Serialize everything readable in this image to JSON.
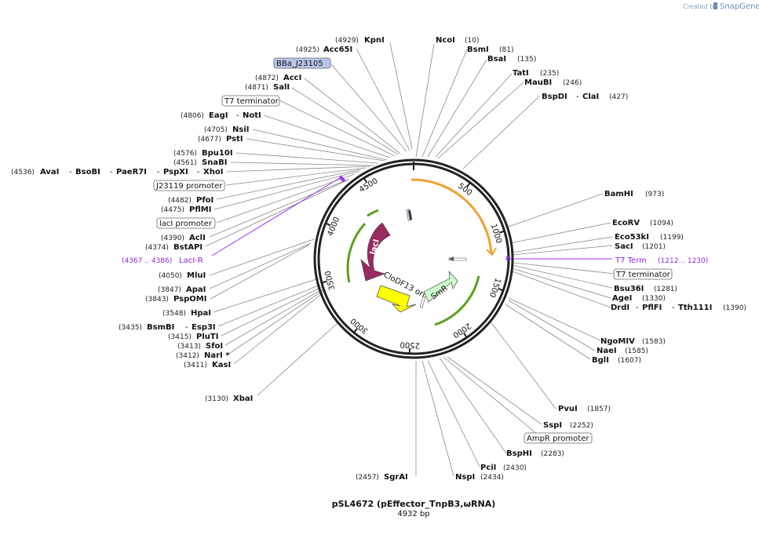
{
  "credit": {
    "prefix": "Created by",
    "brand": "SnapGene"
  },
  "plasmid": {
    "name": "pSL4672 (pEffector_TnpB3,ωRNA)",
    "length_label": "4932 bp",
    "total_bp": 4932
  },
  "ticks": [
    "500",
    "1000",
    "1500",
    "2000",
    "2500",
    "3000",
    "3500",
    "4000",
    "4500"
  ],
  "features": [
    {
      "name": "lacI",
      "color": "#9b2a5e"
    },
    {
      "name": "CloDF13 ori",
      "color": "#ffff00"
    },
    {
      "name": "SmR",
      "color": "#ccffcc"
    },
    {
      "name": "T7 Term",
      "color": "#8a2be2"
    },
    {
      "name": "LacI-R",
      "color": "#8a2be2"
    }
  ],
  "labels": {
    "kpni": {
      "name": "KpnI",
      "pos": "(4929)"
    },
    "acc65i": {
      "name": "Acc65I",
      "pos": "(4925)"
    },
    "bba": {
      "name": "BBa_J23105"
    },
    "acci": {
      "name": "AccI",
      "pos": "(4872)"
    },
    "sali": {
      "name": "SalI",
      "pos": "(4871)"
    },
    "t7term_box1": {
      "name": "T7 terminator"
    },
    "eagi": {
      "name": "EagI",
      "sep": "-",
      "name2": "NotI",
      "pos": "(4806)"
    },
    "nsii": {
      "name": "NsiI",
      "pos": "(4705)"
    },
    "psti": {
      "name": "PstI",
      "pos": "(4677)"
    },
    "bpu10i": {
      "name": "Bpu10I",
      "pos": "(4576)"
    },
    "snabi": {
      "name": "SnaBI",
      "pos": "(4561)"
    },
    "avai": {
      "pos": "(4536)",
      "n1": "AvaI",
      "n2": "BsoBI",
      "n3": "PaeR7I",
      "n4": "PspXI",
      "n5": "XhoI",
      "sep": "-"
    },
    "j23119": {
      "name": "J23119 promoter"
    },
    "pfoi": {
      "name": "PfoI",
      "pos": "(4482)"
    },
    "pflmi": {
      "name": "PflMI",
      "pos": "(4475)"
    },
    "laciprom": {
      "name": "lacI promoter"
    },
    "acli": {
      "name": "AclI",
      "pos": "(4390)"
    },
    "bstapi": {
      "name": "BstAPI",
      "pos": "(4374)"
    },
    "lacir": {
      "name": "LacI-R",
      "pos": "(4367 .. 4386)"
    },
    "mlui": {
      "name": "MluI",
      "pos": "(4050)"
    },
    "apai": {
      "name": "ApaI",
      "pos": "(3847)"
    },
    "pspomi": {
      "name": "PspOMI",
      "pos": "(3843)"
    },
    "hpai": {
      "name": "HpaI",
      "pos": "(3548)"
    },
    "bsmbi": {
      "name": "BsmBI",
      "sep": "-",
      "name2": "Esp3I",
      "pos": "(3435)"
    },
    "pluti": {
      "name": "PluTI",
      "pos": "(3415)"
    },
    "sfoi": {
      "name": "SfoI",
      "pos": "(3413)"
    },
    "nari": {
      "name": "NarI *",
      "pos": "(3412)"
    },
    "kasi": {
      "name": "KasI",
      "pos": "(3411)"
    },
    "xbai": {
      "name": "XbaI",
      "pos": "(3130)"
    },
    "ncoi": {
      "name": "NcoI",
      "pos": "(10)"
    },
    "bsmi": {
      "name": "BsmI",
      "pos": "(81)"
    },
    "bsai": {
      "name": "BsaI",
      "pos": "(135)"
    },
    "tati": {
      "name": "TatI",
      "pos": "(235)"
    },
    "maubi": {
      "name": "MauBI",
      "pos": "(246)"
    },
    "bspdi": {
      "name": "BspDI",
      "sep": "-",
      "name2": "ClaI",
      "pos": "(427)"
    },
    "bamhi": {
      "name": "BamHI",
      "pos": "(973)"
    },
    "ecorv": {
      "name": "EcoRV",
      "pos": "(1094)"
    },
    "eco53ki": {
      "name": "Eco53kI",
      "pos": "(1199)"
    },
    "saci": {
      "name": "SacI",
      "pos": "(1201)"
    },
    "t7term": {
      "name": "T7 Term",
      "pos": "(1212 .. 1230)"
    },
    "t7term_box2": {
      "name": "T7 terminator"
    },
    "bsu36i": {
      "name": "Bsu36I",
      "pos": "(1281)"
    },
    "agei": {
      "name": "AgeI",
      "pos": "(1330)"
    },
    "drdi": {
      "name": "DrdI",
      "sep": "-",
      "name2": "PflFI",
      "name3": "Tth111I",
      "pos": "(1390)"
    },
    "ngomiv": {
      "name": "NgoMIV",
      "pos": "(1583)"
    },
    "naei": {
      "name": "NaeI",
      "pos": "(1585)"
    },
    "bgli": {
      "name": "BglI",
      "pos": "(1607)"
    },
    "pvui": {
      "name": "PvuI",
      "pos": "(1857)"
    },
    "sspi": {
      "name": "SspI",
      "pos": "(2252)"
    },
    "ampr": {
      "name": "AmpR promoter"
    },
    "bsphi": {
      "name": "BspHI",
      "pos": "(2283)"
    },
    "pcii": {
      "name": "PciI",
      "pos": "(2430)"
    },
    "nspi": {
      "name": "NspI",
      "pos": "(2434)"
    },
    "sgrai": {
      "name": "SgrAI",
      "pos": "(2457)"
    }
  }
}
